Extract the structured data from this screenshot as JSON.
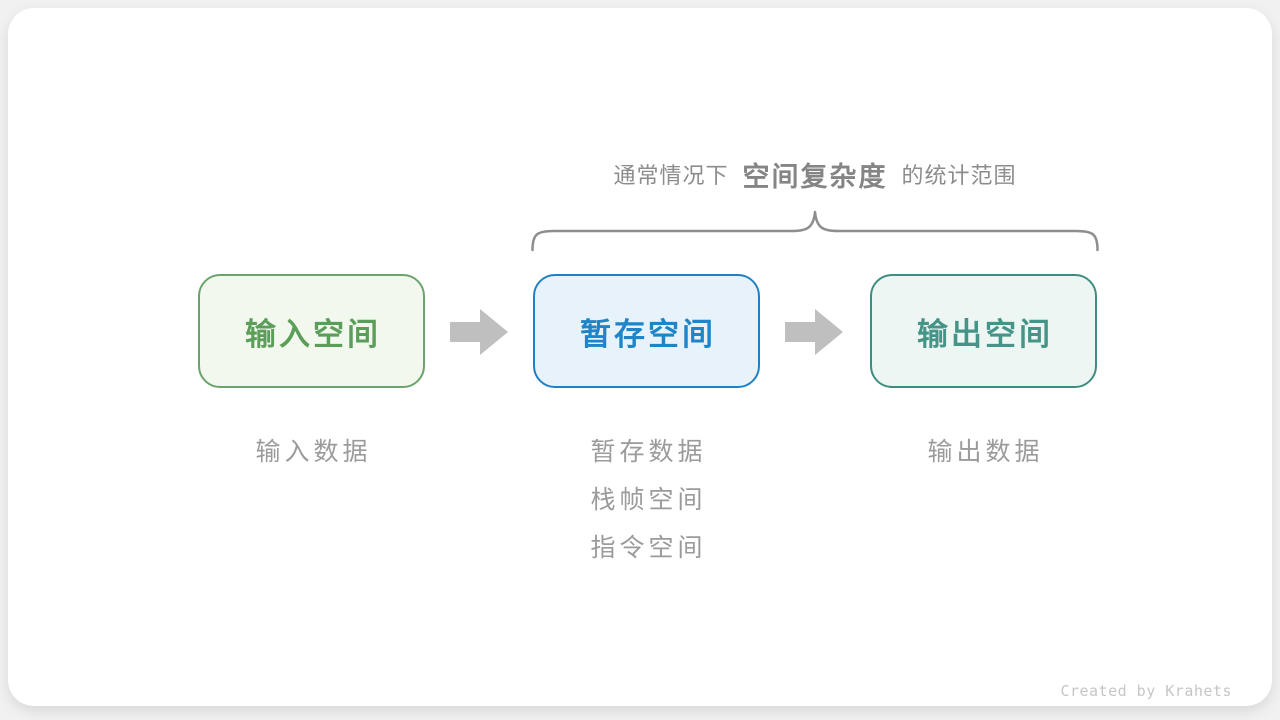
{
  "annotation": {
    "prefix": "通常情况下",
    "term": "空间复杂度",
    "suffix": "的统计范围"
  },
  "boxes": [
    {
      "label": "输入空间",
      "text_color": "#5a9e5a",
      "border_color": "#6ba36b",
      "background": "#f3f8ef",
      "caption_lines": [
        "输入数据"
      ]
    },
    {
      "label": "暂存空间",
      "text_color": "#1e86c8",
      "border_color": "#2280c2",
      "background": "#e7f2fb",
      "caption_lines": [
        "暂存数据",
        "栈帧空间",
        "指令空间"
      ]
    },
    {
      "label": "输出空间",
      "text_color": "#459488",
      "border_color": "#3e8d80",
      "background": "#eef6f3",
      "caption_lines": [
        "输出数据"
      ]
    }
  ],
  "icons": {
    "flow_arrow": "right-block-arrow",
    "flow_arrow_color": "#bfbfbf",
    "brace": "horizontal-curly-brace",
    "brace_color": "#8e8e8e"
  },
  "footer": {
    "credit": "Created by Krahets"
  }
}
